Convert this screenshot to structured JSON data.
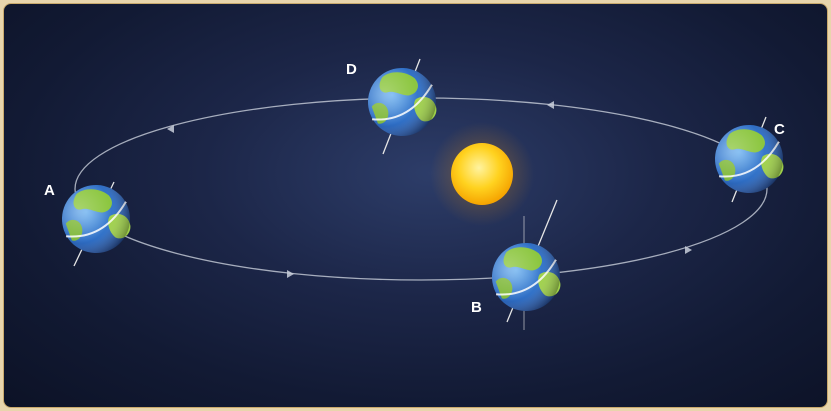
{
  "diagram": {
    "positions": [
      {
        "id": "A",
        "label": "A"
      },
      {
        "id": "B",
        "label": "B"
      },
      {
        "id": "C",
        "label": "C"
      },
      {
        "id": "D",
        "label": "D"
      }
    ]
  },
  "colors": {
    "background": "#121a34",
    "orbit": "#c9cfdb",
    "sun": "#ffc21a",
    "ocean": "#2f6fc6",
    "land": "#8cc63f",
    "frame": "#c9a96c"
  }
}
